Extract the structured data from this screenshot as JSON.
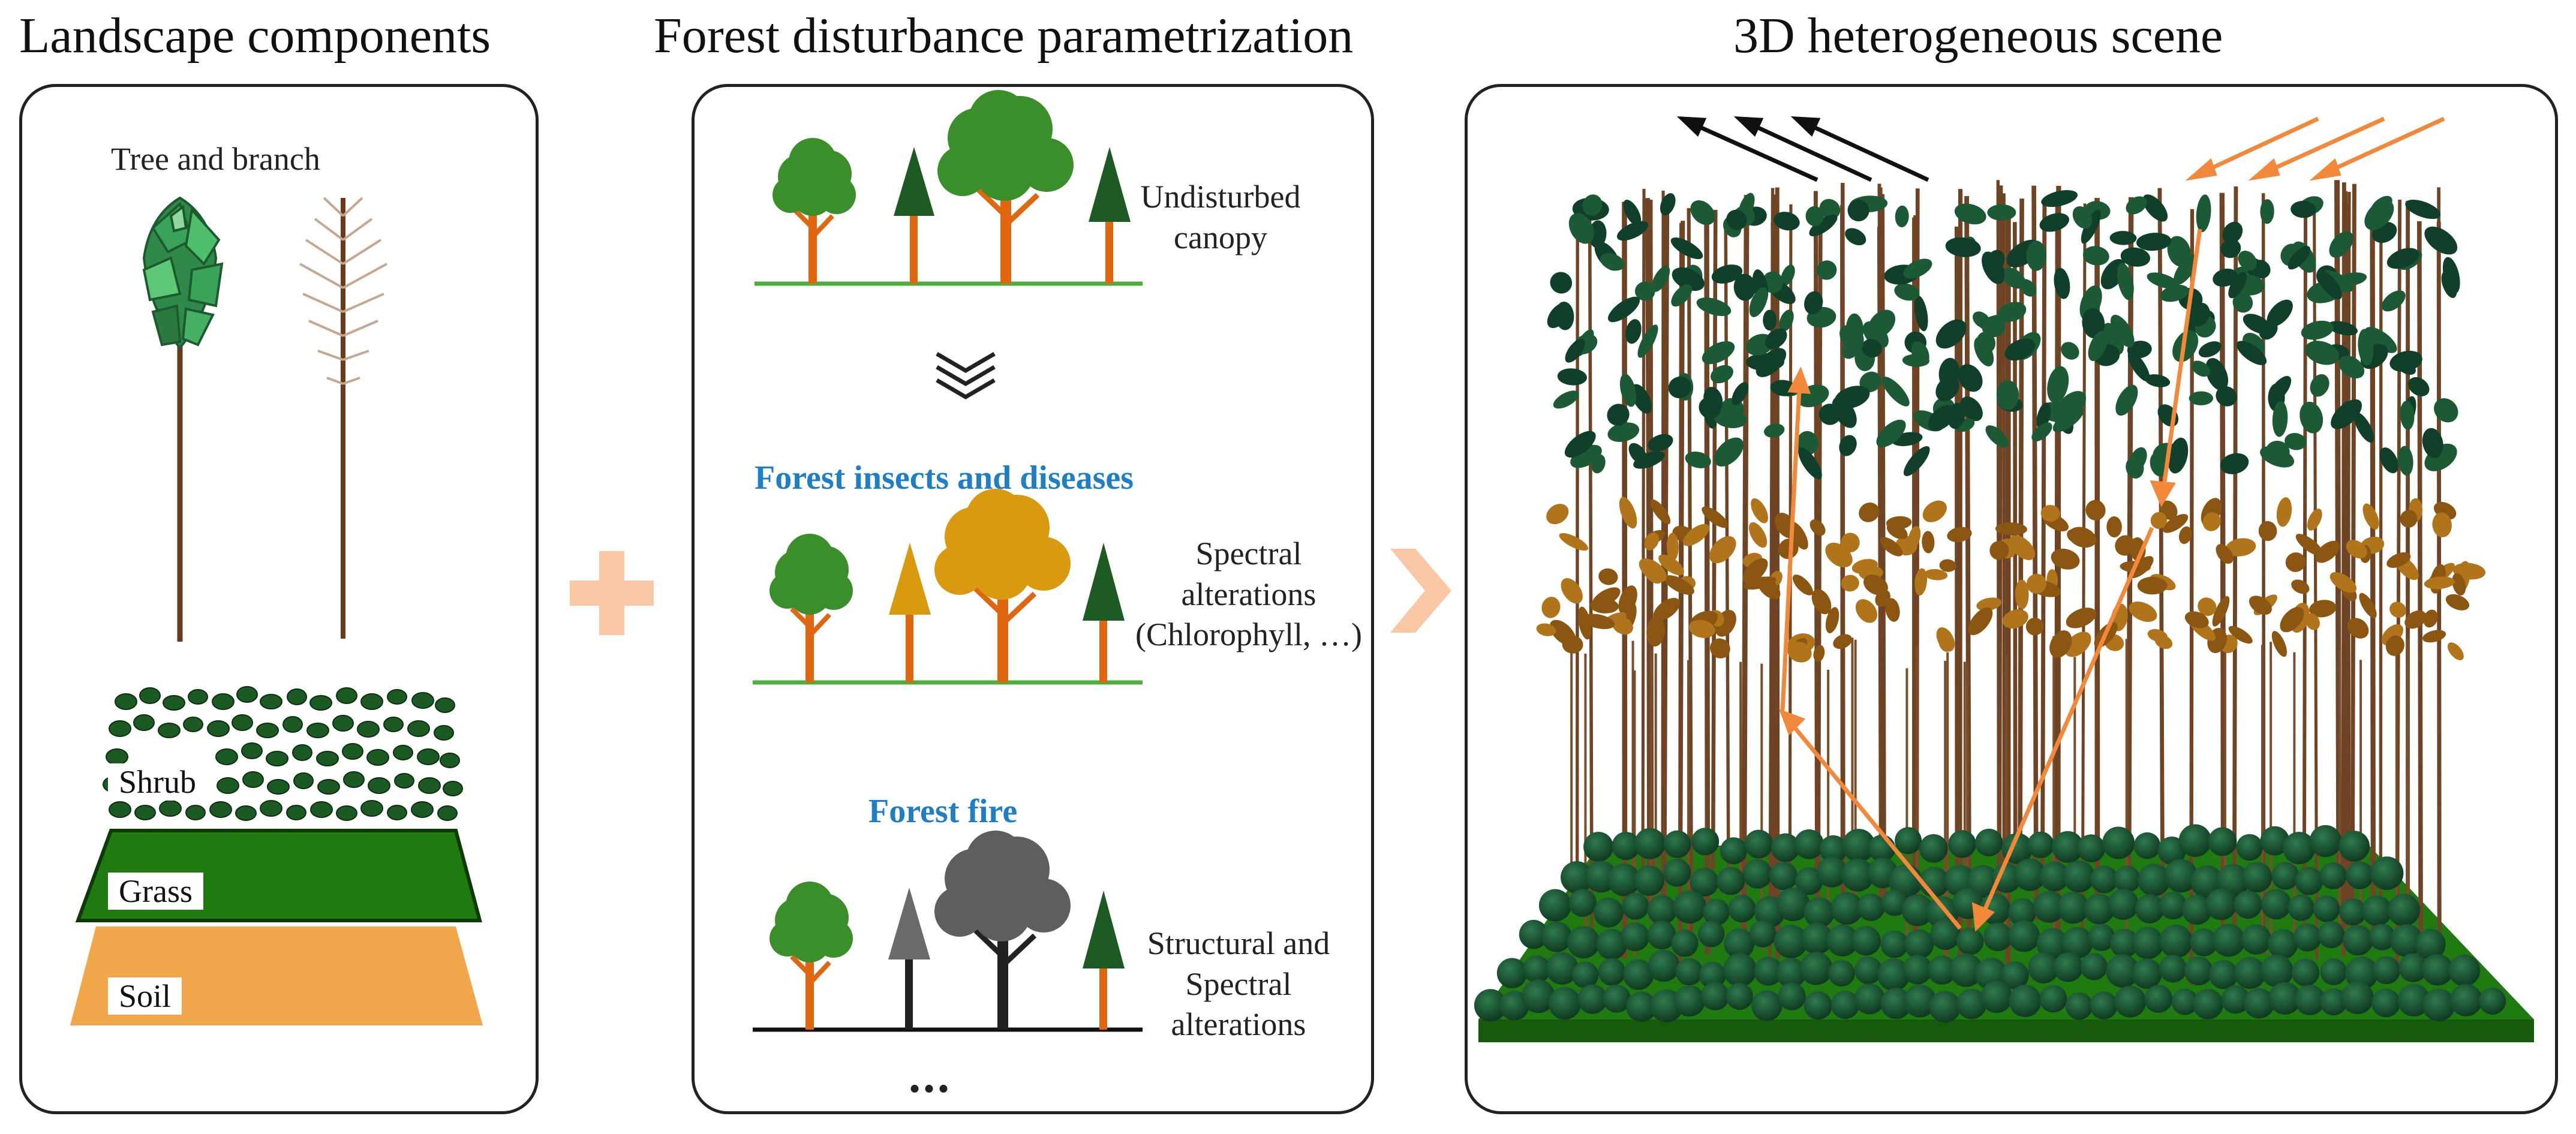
{
  "titles": {
    "landscape": "Landscape components",
    "disturbance": "Forest disturbance parametrization",
    "scene": "3D heterogeneous scene"
  },
  "landscape": {
    "tree_label": "Tree and branch",
    "shrub_label": "Shrub",
    "grass_label": "Grass",
    "soil_label": "Soil"
  },
  "disturbance": {
    "undisturbed_label": [
      "Undisturbed",
      "canopy"
    ],
    "insects_title": "Forest insects and diseases",
    "insects_label": [
      "Spectral",
      "alterations",
      "(Chlorophyll, …)"
    ],
    "fire_title": "Forest fire",
    "fire_label": [
      "Structural and",
      "Spectral",
      "alterations"
    ],
    "ellipsis": "..."
  },
  "colors": {
    "green_tree": "#3b8f2a",
    "dark_conifer": "#1e5a24",
    "trunk_orange": "#e0660f",
    "yellow_tree": "#d99a0f",
    "burnt_gray": "#5e5e5e",
    "canopy_dark": "#1c5a36",
    "canopy_brown": "#b0741a",
    "ground_green": "#1f7a10",
    "soil_orange": "#f2a64a",
    "accent_arrow": "#f2883a",
    "connector": "#f9c7a3"
  }
}
